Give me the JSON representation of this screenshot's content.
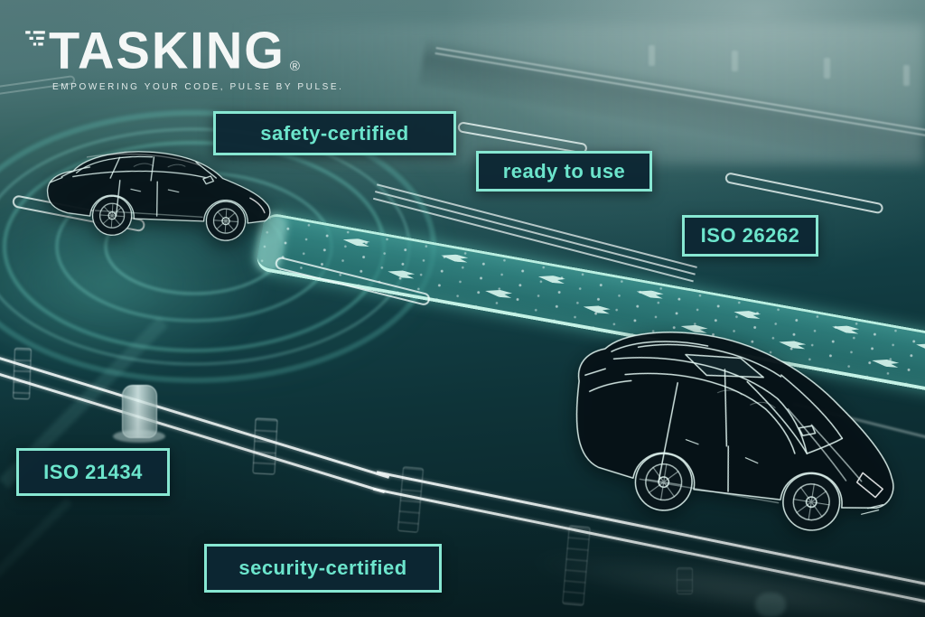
{
  "brand": {
    "wordmark": "TASKING",
    "registered_mark": "®",
    "tagline": "EMPOWERING YOUR CODE, PULSE BY PULSE."
  },
  "badges": {
    "safety_certified": "safety-certified",
    "ready_to_use": "ready to use",
    "iso_26262": "ISO 26262",
    "iso_21434": "ISO 21434",
    "security_certified": "security-certified"
  },
  "icons": {
    "pulse_arrow": "left-pointing pulse dart",
    "speed_lines": "logo motion dashes",
    "radar_waves": "concentric sensor arcs"
  },
  "colors": {
    "accent_text": "#6ce5cc",
    "badge_border": "#87e7d2",
    "badge_background": "#0d2733",
    "lane_glow": "#3a9692",
    "lane_edge": "#b9efe1",
    "wireframe_stroke": "#dff2ee",
    "background_top": "#53797a",
    "background_bottom": "#092023"
  }
}
